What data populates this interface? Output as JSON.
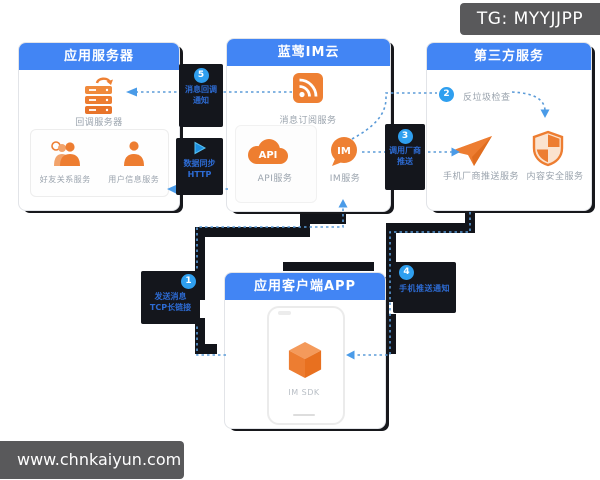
{
  "badge": {
    "text": "TG: MYYJJPP"
  },
  "watermark": {
    "text": "www.chnkaiyun.com"
  },
  "boxes": {
    "app_server": {
      "title": "应用服务器",
      "callback_label": "回调服务器",
      "friend_label": "好友关系服务",
      "user_label": "用户信息服务"
    },
    "im_cloud": {
      "title": "蓝莺IM云",
      "subscribe_label": "消息订阅服务",
      "api_icon_text": "API",
      "api_label": "API服务",
      "im_icon_text": "IM",
      "im_label": "IM服务"
    },
    "third_party": {
      "title": "第三方服务",
      "antispam_step": "2",
      "antispam_label": "反垃圾检查",
      "push_label": "手机厂商推送服务",
      "security_label": "内容安全服务"
    },
    "client": {
      "title": "应用客户端APP",
      "sdk_label": "IM SDK"
    }
  },
  "flow_labels": {
    "callback": {
      "num": "5",
      "line1": "消息回调",
      "line2": "通知"
    },
    "sync": {
      "line1": "数据同步",
      "line2": "HTTP"
    },
    "vendor_push": {
      "num": "3",
      "line1": "调用厂商",
      "line2": "推送"
    },
    "send": {
      "num": "1",
      "line1": "发送消息",
      "line2": "TCP长链接"
    },
    "push_notify": {
      "num": "4",
      "line1": "手机推送通知"
    }
  },
  "colors": {
    "header_blue": "#4285f4",
    "icon_orange": "#ed7d31",
    "dotted_blue": "#5b9bd8",
    "connector_dark": "#12141a",
    "flow_label_bg": "#14161c",
    "flow_label_text": "#2d6bd3",
    "step_circle_blue": "#2f9fef",
    "badge_gray": "#59595b",
    "caption_gray": "#9aa3ad"
  }
}
